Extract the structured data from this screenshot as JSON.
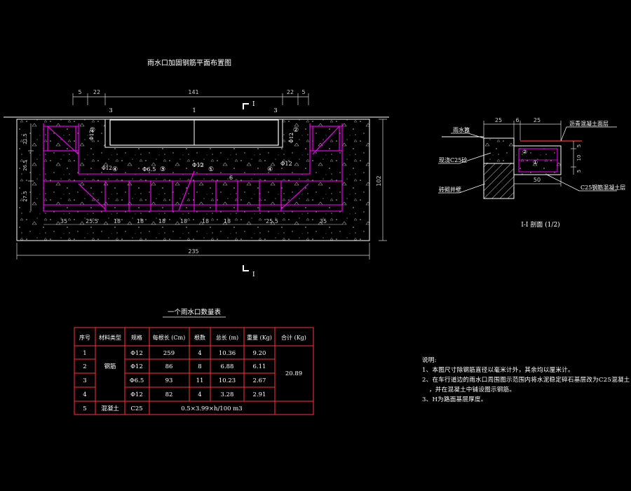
{
  "plan": {
    "title": "雨水口加固钢筋平面布置图",
    "section_marks": [
      "I",
      "I"
    ],
    "top_dims": [
      "5",
      "22",
      "141",
      "22",
      "5"
    ],
    "bottom_dims": [
      "35",
      "25.5",
      "18",
      "18",
      "18",
      "18",
      "18",
      "18",
      "25.5",
      "35"
    ],
    "left_dims": [
      "21.5",
      "26.5",
      "27.5"
    ],
    "right_dim": "102",
    "overall_width": "235",
    "top_tags": [
      "3",
      "1",
      "3"
    ],
    "bar_labels": [
      "②",
      "②",
      "Φ12",
      "Φ12",
      "④",
      "Φ6.5",
      "③",
      "Φ12",
      "①",
      "④",
      "Φ12",
      "6"
    ]
  },
  "section": {
    "title": "I-I 剖面 (1/2)",
    "top_dims": [
      "25",
      "6",
      "25"
    ],
    "bottom_dim": "50",
    "side_dims": [
      "5",
      "10",
      "5"
    ],
    "labels": {
      "grate": "雨水篦",
      "cast_concrete": "现浇C25砼",
      "masonry": "砖砌井壁",
      "asphalt": "沥青混凝土面层",
      "c25_layer": "C25钢筋混凝土层"
    },
    "tags": [
      "②",
      "①"
    ]
  },
  "table": {
    "title": "一个雨水口数量表",
    "headers": [
      "序号",
      "材料类型",
      "规格",
      "每根长 (Cm)",
      "根数",
      "总长 (m)",
      "重量 (Kg)",
      "合计 (Kg)"
    ],
    "rows": [
      {
        "no": "1",
        "spec": "Φ12",
        "length": "259",
        "count": "4",
        "total": "10.36",
        "weight": "9.20"
      },
      {
        "no": "2",
        "spec": "Φ12",
        "length": "86",
        "count": "8",
        "total": "6.88",
        "weight": "6.11"
      },
      {
        "no": "3",
        "spec": "Φ6.5",
        "length": "93",
        "count": "11",
        "total": "10.23",
        "weight": "2.67"
      },
      {
        "no": "4",
        "spec": "Φ12",
        "length": "82",
        "count": "4",
        "total": "3.28",
        "weight": "2.91"
      }
    ],
    "material_steel": "钢筋",
    "sum": "20.89",
    "concrete": {
      "no": "5",
      "material": "混凝土",
      "spec": "C25",
      "volume": "0.5×3.99×h/100  m3"
    }
  },
  "notes": {
    "heading": "说明:",
    "lines": [
      "1、本图尺寸除钢筋直径以毫米计外，其余均以厘米计。",
      "2、在车行道边的雨水口周围图示范围内将水泥稳定碎石基层改为C25混凝土",
      "，并在混凝土中铺设图示钢筋。",
      "3、H为路面基层厚度。"
    ]
  },
  "colors": {
    "background": "#000000",
    "rebar": "#ff00ff",
    "dimension": "#d8d8d8",
    "table_border": "#ff3333",
    "text": "#ffffff",
    "highlight": "#ffff66"
  }
}
